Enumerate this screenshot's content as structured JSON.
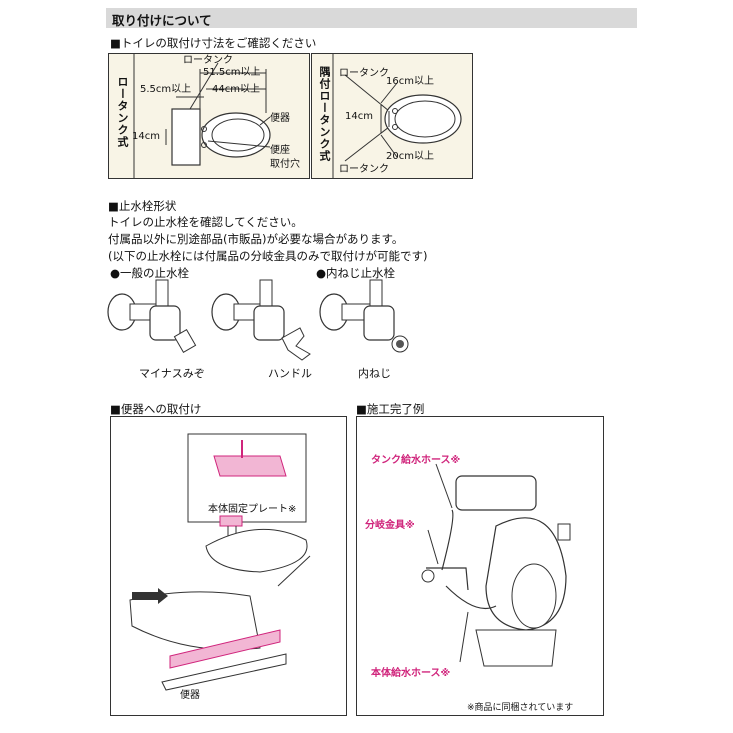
{
  "header": {
    "title": "取り付けについて"
  },
  "dimensions": {
    "title": "■トイレの取付け寸法をご確認ください",
    "low_tank": {
      "side_label": "ロータンク式",
      "tank_label": "ロータンク",
      "dim_51": "51.5cm以上",
      "dim_44": "44cm以上",
      "dim_55": "5.5cm以上",
      "dim_14": "14cm",
      "toilet_label": "便器",
      "seat_hole_label_1": "便座",
      "seat_hole_label_2": "取付穴"
    },
    "corner_tank": {
      "side_label": "隅付ロータンク式",
      "tank_label_top": "ロータンク",
      "tank_label_bottom": "ロータンク",
      "dim_16": "16cm以上",
      "dim_14": "14cm",
      "dim_20": "20cm以上"
    }
  },
  "valve": {
    "title": "■止水栓形状",
    "lines": [
      "トイレの止水栓を確認してください。",
      "付属品以外に別途部品(市販品)が必要な場合があります。",
      "(以下の止水栓には付属品の分岐金具のみで取付けが可能です)"
    ],
    "type_general": "●一般の止水栓",
    "type_inner": "●内ねじ止水栓",
    "label_minus": "マイナスみぞ",
    "label_handle": "ハンドル",
    "label_inner": "内ねじ"
  },
  "install": {
    "title": "■便器への取付け",
    "plate_label": "本体固定プレート※",
    "toilet_label": "便器"
  },
  "example": {
    "title": "■施工完了例",
    "tank_hose": "タンク給水ホース※",
    "branch": "分岐金具※",
    "body_hose": "本体給水ホース※",
    "footnote": "※商品に同梱されています"
  },
  "colors": {
    "accent": "#d0257c",
    "panel": "#f8f4e6",
    "header": "#d9d9d9"
  }
}
